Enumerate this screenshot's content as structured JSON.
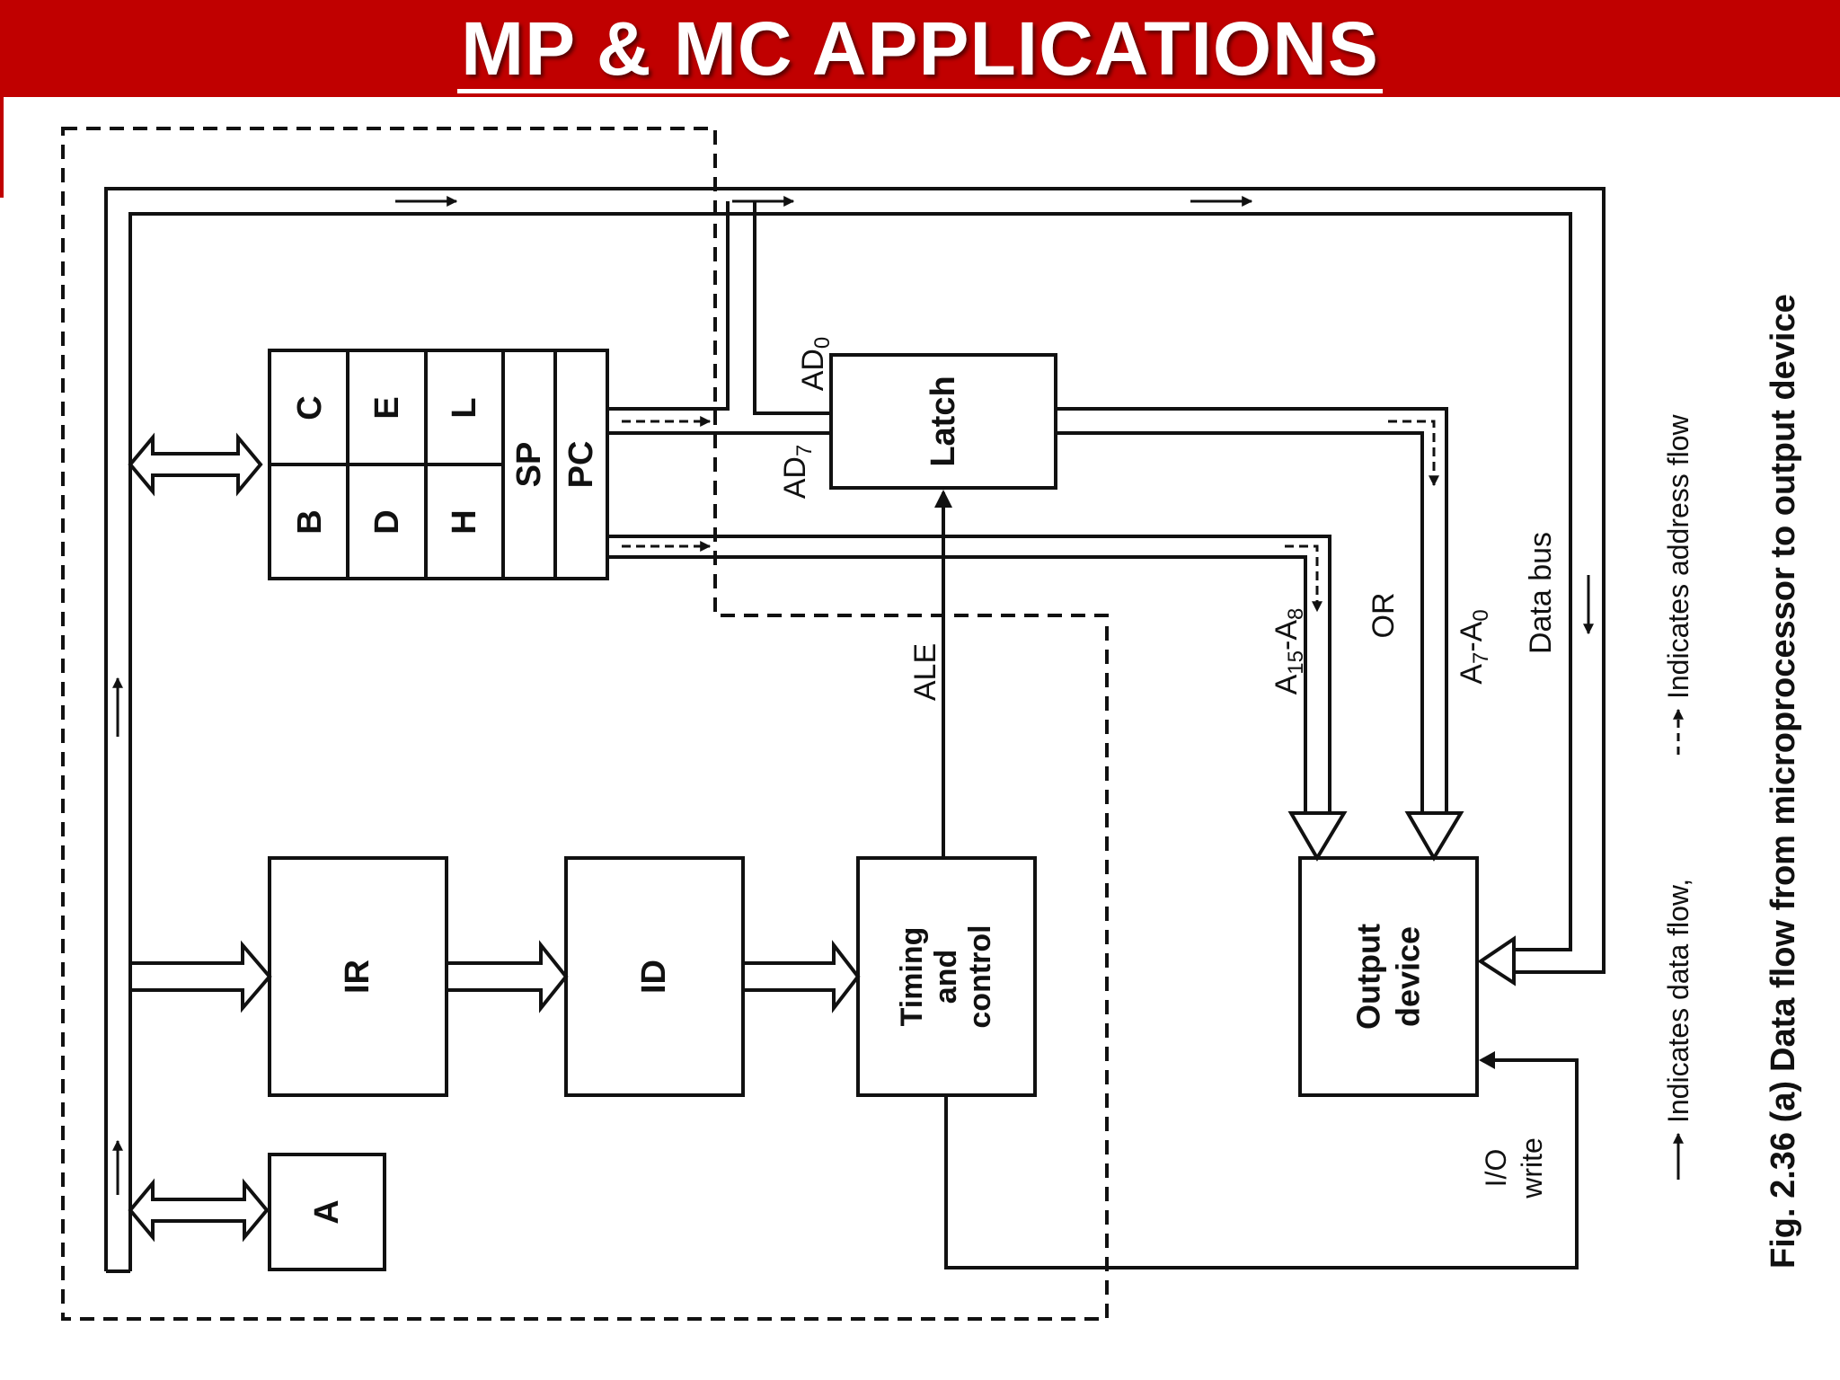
{
  "slide": {
    "title": "MP & MC APPLICATIONS"
  },
  "diagram": {
    "registers": [
      "B",
      "C",
      "D",
      "E",
      "H",
      "L",
      "SP",
      "PC"
    ],
    "blocks": {
      "accumulator": "A",
      "instruction_register": "IR",
      "instruction_decoder": "ID",
      "timing_control": [
        "Timing",
        "and",
        "control"
      ],
      "latch": "Latch",
      "output_device": [
        "Output",
        "device"
      ]
    },
    "signals": {
      "ale": "ALE",
      "io_write": [
        "I/O",
        "write"
      ],
      "ad0_base": "AD",
      "ad0_sub": "0",
      "ad7_base": "AD",
      "ad7_sub": "7",
      "high_addr": {
        "a": "A",
        "s1": "15",
        "mid": "-A",
        "s2": "8"
      },
      "or_label": "OR",
      "low_addr": {
        "a": "A",
        "s1": "7",
        "mid": "-A",
        "s2": "0"
      },
      "data_bus": "Data bus"
    },
    "legend": {
      "data_flow": "Indicates data flow,",
      "address_flow": "Indicates address flow"
    },
    "caption": {
      "fig_number": "Fig. 2.36 (a)",
      "text": "Data flow from microprocessor to output device"
    }
  },
  "colors": {
    "header": "#c00000",
    "ink": "#111111"
  }
}
